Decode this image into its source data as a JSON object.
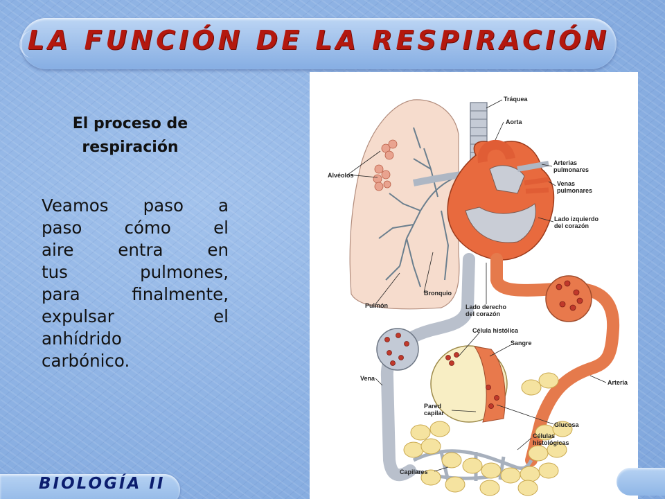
{
  "slide": {
    "title": "LA FUNCIÓN DE LA RESPIRACIÓN",
    "subheading_line1": "El proceso de",
    "subheading_line2": "respiración",
    "body_lines": [
      [
        "Veamos",
        "paso",
        "a"
      ],
      [
        "paso",
        "cómo",
        "el"
      ],
      [
        "aire",
        "entra",
        "en"
      ],
      [
        "tus",
        "pulmones,"
      ],
      [
        "para",
        "finalmente,"
      ],
      [
        "expulsar",
        "el"
      ],
      [
        "anhídrido"
      ],
      [
        "carbónico."
      ]
    ],
    "footer": "BIOLOGÍA II"
  },
  "figure": {
    "labels": {
      "traquea": "Tráquea",
      "aorta": "Aorta",
      "arterias_1": "Arterias",
      "arterias_2": "pulmonares",
      "venas_1": "Venas",
      "venas_2": "pulmonares",
      "alveolos": "Alvéolos",
      "lado_izq_1": "Lado izquierdo",
      "lado_izq_2": "del corazón",
      "bronquio": "Bronquio",
      "pulmon": "Pulmón",
      "lado_der_1": "Lado derecho",
      "lado_der_2": "del corazón",
      "celula_histolica": "Célula histólica",
      "sangre": "Sangre",
      "vena": "Vena",
      "arteria": "Arteria",
      "pared_1": "Pared",
      "pared_2": "capilar",
      "glucosa": "Glucosa",
      "celulas_1": "Células",
      "celulas_2": "histológicas",
      "capilares": "Capilares"
    },
    "colors": {
      "lung": "#f6dccd",
      "heart": "#e86a3e",
      "vein": "#b9c0cc",
      "tissue": "#f6e6a0",
      "blood_cell": "#c0392b"
    }
  }
}
